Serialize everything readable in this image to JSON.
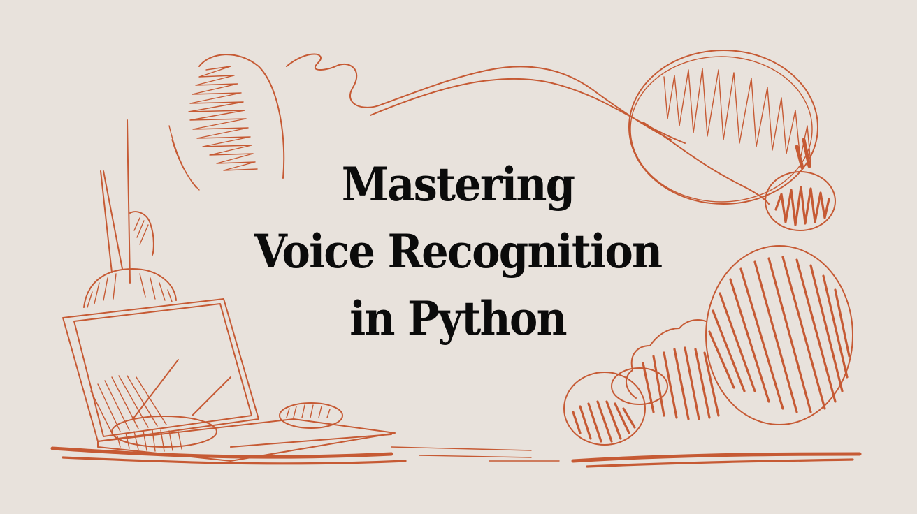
{
  "title": {
    "lines": [
      "Mastering",
      "Voice Recognition",
      "in Python"
    ]
  },
  "illustration": {
    "elements": [
      "laptop-sketch",
      "bulbs-sketch",
      "scribble-sketch",
      "swoosh-sketch",
      "speech-bubbles-sketch"
    ]
  },
  "colors": {
    "background": "#e8e2dc",
    "accent": "#c65a34",
    "text": "#0b0b0b"
  }
}
